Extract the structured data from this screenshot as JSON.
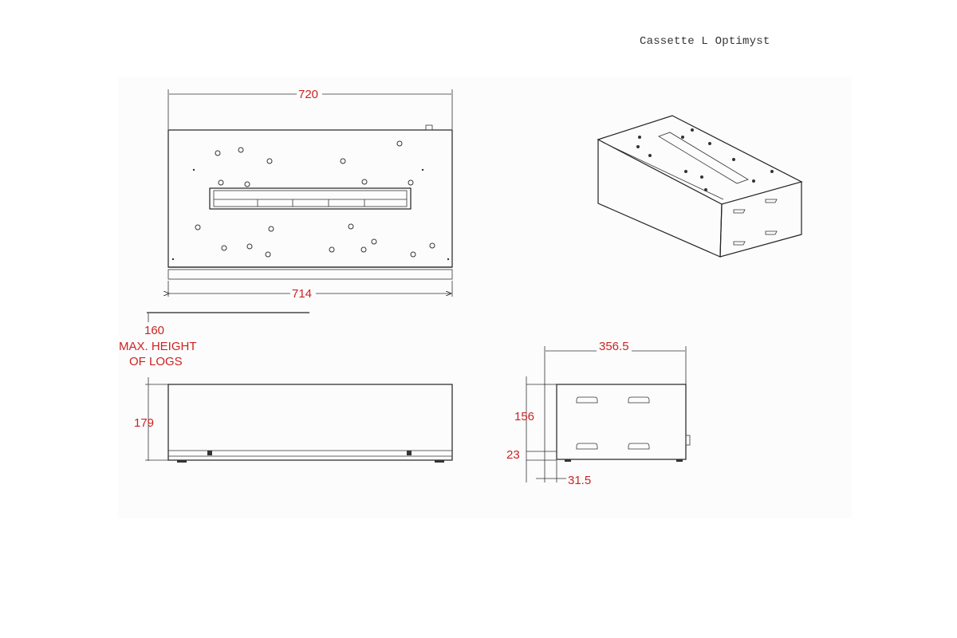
{
  "title": "Cassette L Optimyst",
  "colors": {
    "dimension_text": "#cc2222",
    "line": "#222222",
    "background": "#ffffff"
  },
  "views": {
    "top": {
      "overall_width": "720",
      "inner_width": "714"
    },
    "front": {
      "height": "179",
      "max_log_height": "160",
      "max_log_label_1": "MAX. HEIGHT",
      "max_log_label_2": "OF LOGS"
    },
    "side": {
      "depth": "356.5",
      "body_height": "156",
      "base_height": "23",
      "front_offset": "31.5"
    },
    "isometric": {
      "label": "isometric-view"
    }
  }
}
